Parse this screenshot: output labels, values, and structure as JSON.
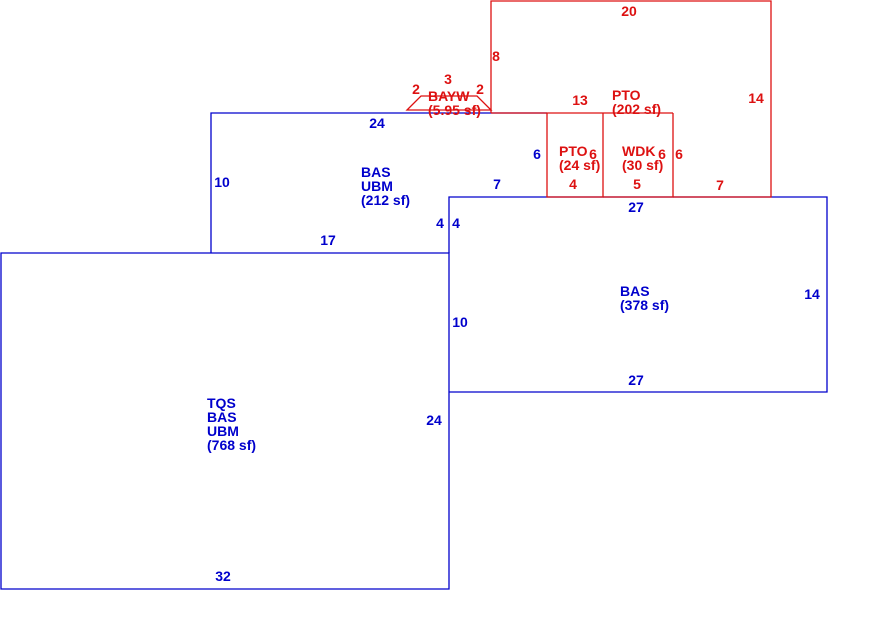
{
  "colors": {
    "living": "#0000cc",
    "other": "#dd1111"
  },
  "areas": {
    "main": {
      "codes": [
        "TQS",
        "BAS",
        "UBM"
      ],
      "area": "(768 sf)"
    },
    "upper": {
      "codes": [
        "BAS",
        "UBM"
      ],
      "area": "(212 sf)"
    },
    "right": {
      "codes": [
        "BAS"
      ],
      "area": "(378 sf)"
    },
    "pto_large": {
      "codes": [
        "PTO"
      ],
      "area": "(202 sf)"
    },
    "pto_small": {
      "codes": [
        "PTO"
      ],
      "area": "(24 sf)"
    },
    "wdk": {
      "codes": [
        "WDK"
      ],
      "area": "(30 sf)"
    },
    "bayw": {
      "codes": [
        "BAYW"
      ],
      "area": "(5.95 sf)"
    }
  },
  "dimensions": {
    "main_bottom": "32",
    "main_right": "24",
    "upper_top": "24",
    "upper_left": "10",
    "upper_bottom": "17",
    "upper_right": "4",
    "right_left_top": "4",
    "right_left_lower": "10",
    "right_top_left": "7",
    "right_top": "27",
    "right_bottom": "27",
    "right_right": "14",
    "pto_top": "20",
    "pto_left": "8",
    "pto_right": "14",
    "pto_inner_top": "13",
    "pto_bottom": "7",
    "pto_small_left": "6",
    "pto_small_right": "6",
    "pto_small_bottom": "4",
    "wdk_left": "6",
    "wdk_right": "6",
    "wdk_bottom": "5",
    "bayw_left": "2",
    "bayw_top": "3",
    "bayw_right": "2"
  }
}
